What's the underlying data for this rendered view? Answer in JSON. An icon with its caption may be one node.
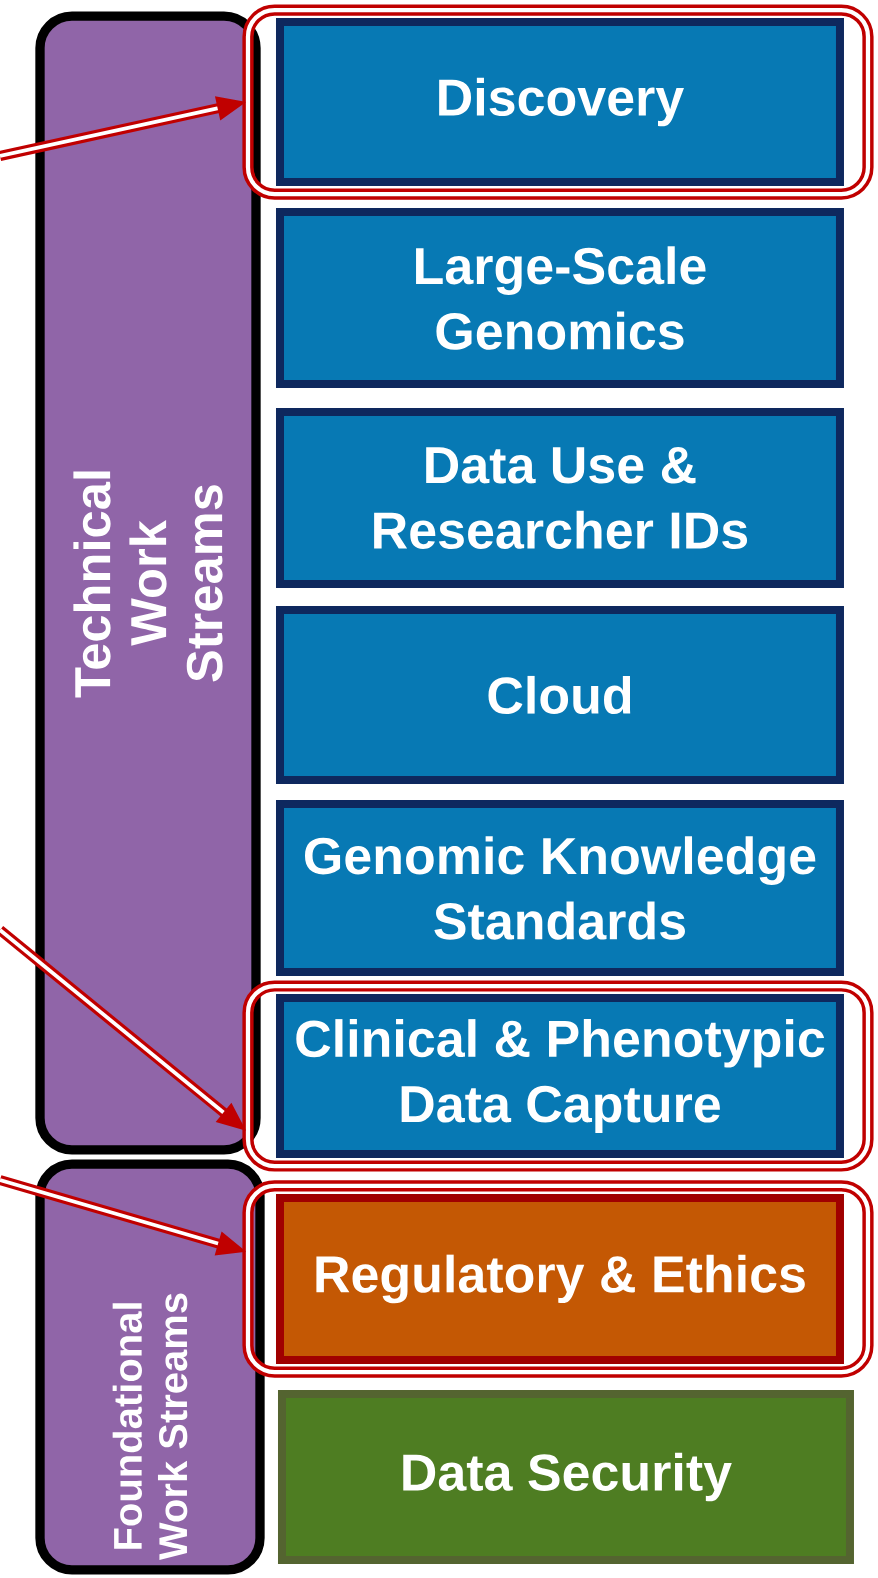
{
  "diagram": {
    "nodes": [
      {
        "text": [
          "Technical Work Streams"
        ]
      },
      {
        "text": [],
        "shape": "box"
      },
      {
        "text": [
          "Discovery"
        ],
        "in": 1
      },
      {
        "text": [
          "Large-Scale Genomics"
        ]
      },
      {
        "text": [
          "Data Use & Researcher IDs"
        ]
      },
      {
        "text": [
          "Cloud"
        ]
      },
      {
        "text": [
          "Genomic Knowledge Standards"
        ]
      },
      {
        "text": [],
        "shape": "box"
      },
      {
        "text": [
          "Clinical & Phenotypic Data Capture"
        ],
        "in": 7
      },
      {
        "text": [
          "Foundational Work Streams"
        ]
      },
      {
        "text": [],
        "shape": "box"
      },
      {
        "text": [
          "Regulatory & Ethics"
        ],
        "in": 10
      },
      {
        "text": [
          "Data Security"
        ]
      }
    ],
    "edges": [
      {
        "from": null,
        "to": 1,
        "arrow": "to"
      },
      {
        "from": null,
        "to": 7,
        "arrow": "to"
      },
      {
        "from": null,
        "to": 10,
        "arrow": "to"
      }
    ]
  }
}
